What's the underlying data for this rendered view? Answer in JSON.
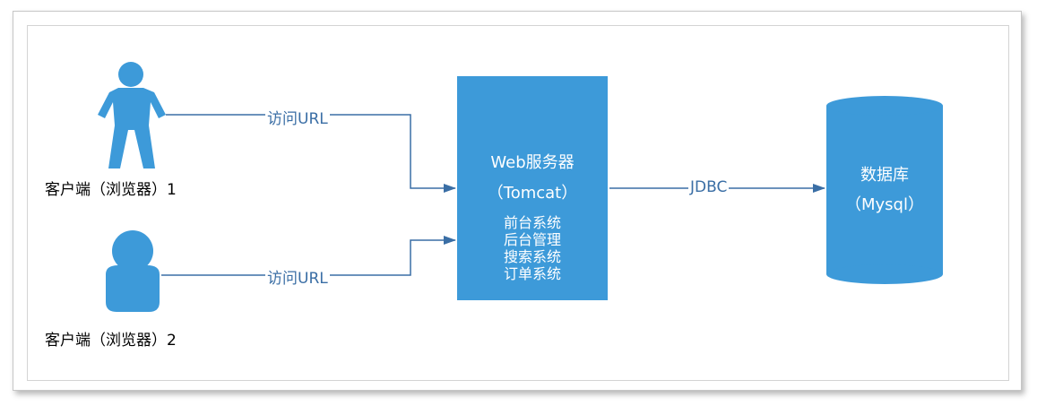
{
  "diagram": {
    "client1": {
      "label": "客户端（浏览器）1"
    },
    "client2": {
      "label": "客户端（浏览器）2"
    },
    "edge_client1": {
      "label": "访问URL"
    },
    "edge_client2": {
      "label": "访问URL"
    },
    "edge_db": {
      "label": "JDBC"
    },
    "server": {
      "title": "Web服务器",
      "subtitle": "（Tomcat）",
      "modules": [
        "前台系统",
        "后台管理",
        "搜索系统",
        "订单系统"
      ]
    },
    "database": {
      "title": "数据库",
      "subtitle": "（Mysql）"
    },
    "colors": {
      "node": "#3d9ad9",
      "edge": "#3a6ea5",
      "label": "#000000"
    }
  }
}
